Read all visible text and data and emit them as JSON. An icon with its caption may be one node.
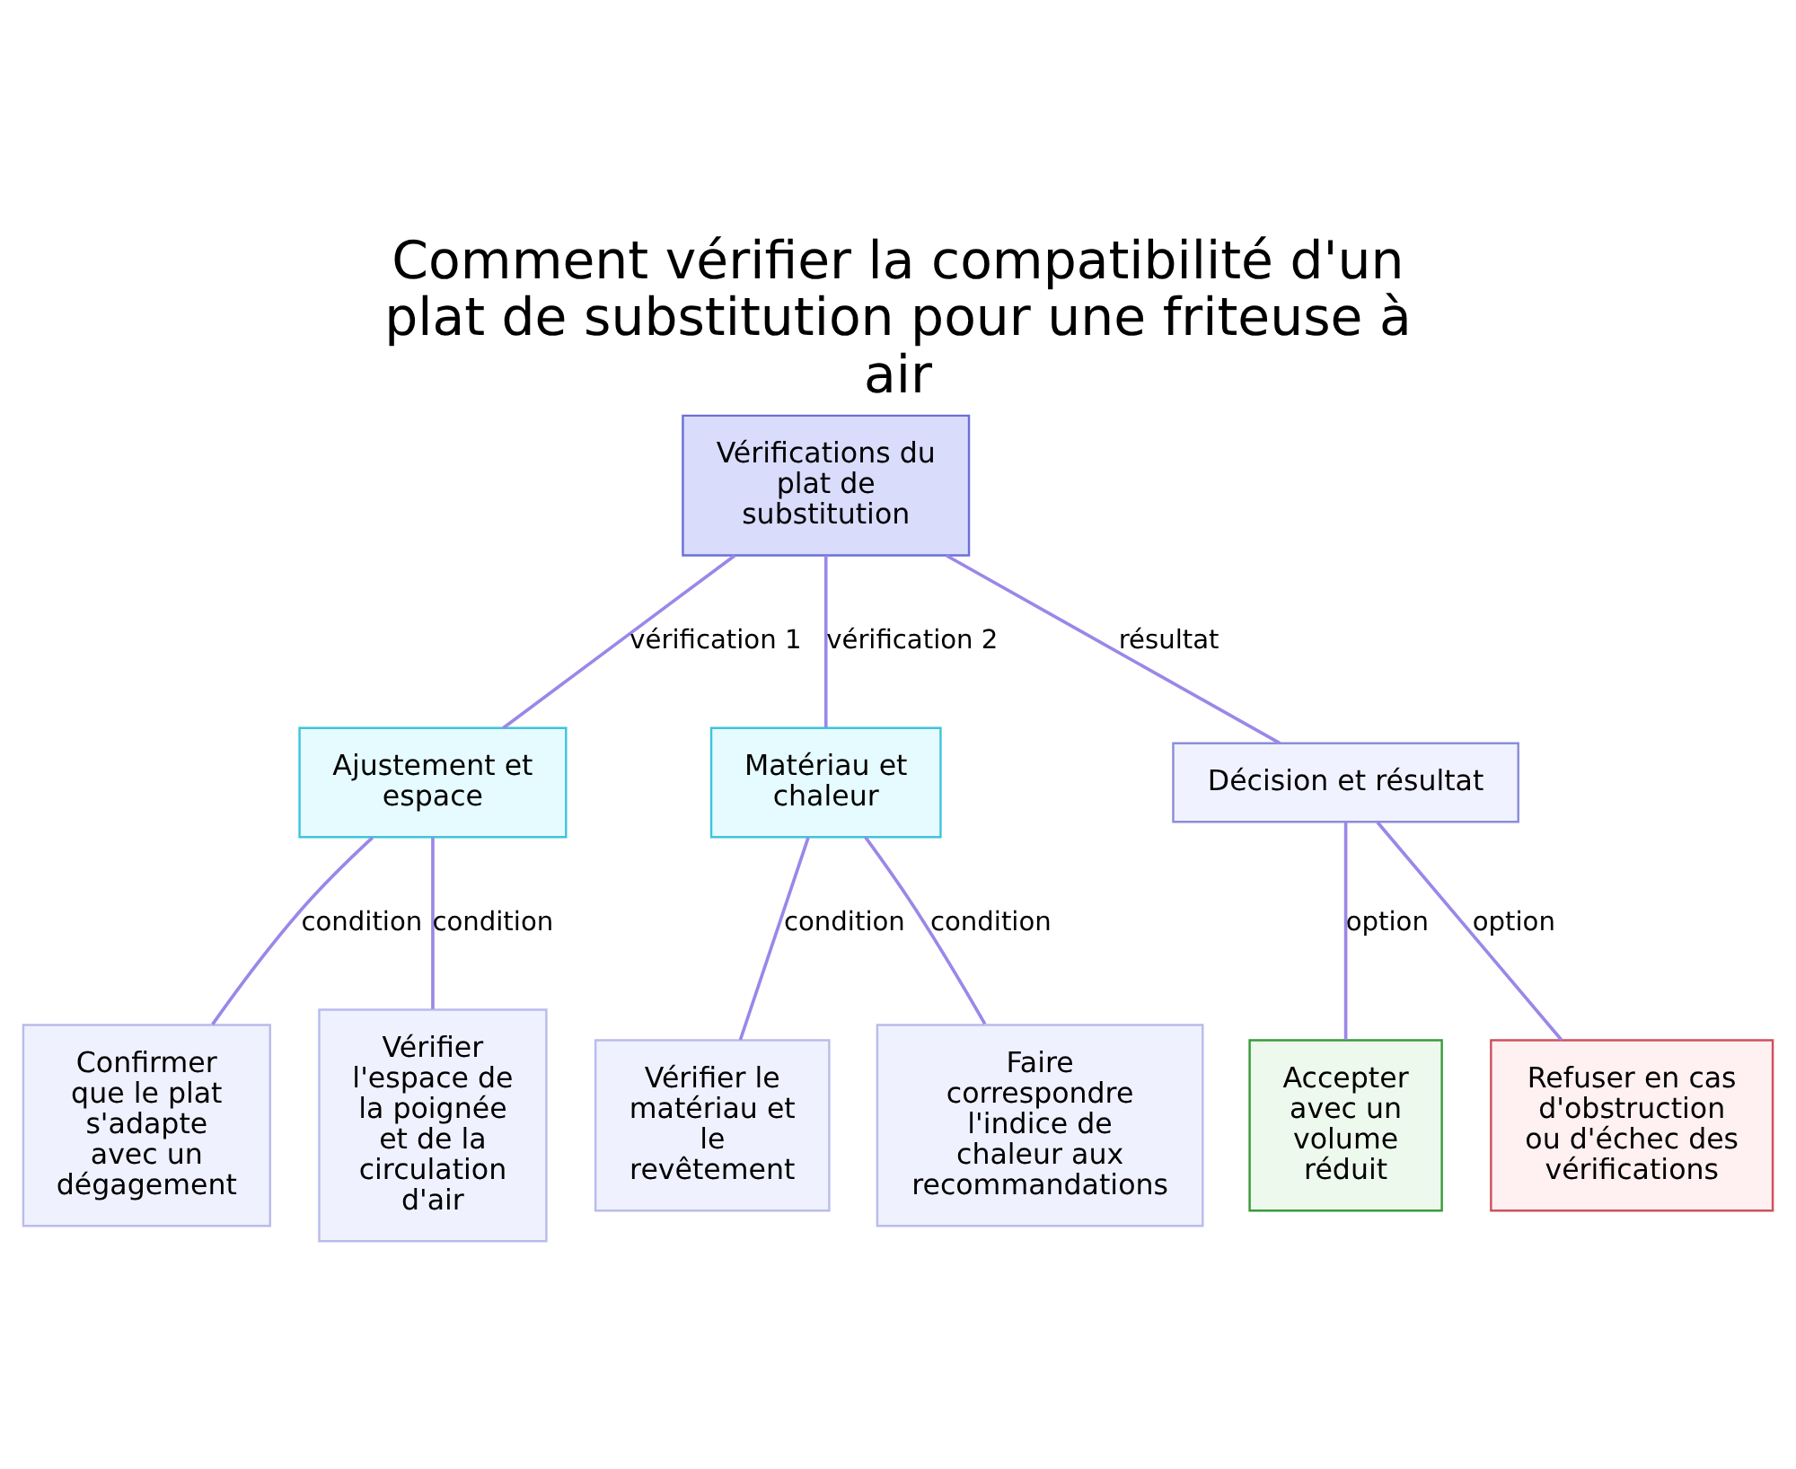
{
  "diagram": {
    "title": "Comment vérifier la compatibilité d'un plat de substitution pour une friteuse à air",
    "nodes": [
      {
        "text": [
          "Vérifications du plat de substitution"
        ]
      },
      {
        "text": [
          "Ajustement et espace"
        ]
      },
      {
        "text": [
          "Matériau et chaleur"
        ]
      },
      {
        "text": [
          "Décision et résultat"
        ]
      },
      {
        "text": [
          "Confirmer que le plat s'adapte avec un dégagement"
        ]
      },
      {
        "text": [
          "Vérifier l'espace de la poignée et de la circulation d'air"
        ]
      },
      {
        "text": [
          "Vérifier le matériau et le revêtement"
        ]
      },
      {
        "text": [
          "Faire correspondre l'indice de chaleur aux recommandations"
        ]
      },
      {
        "text": [
          "Accepter avec un volume réduit"
        ]
      },
      {
        "text": [
          "Refuser en cas d'obstruction ou d'échec des vérifications"
        ]
      }
    ],
    "edges": [
      {
        "from": 0,
        "to": 1,
        "arrow": "none",
        "label": "vérification 1"
      },
      {
        "from": 0,
        "to": 2,
        "arrow": "none",
        "label": "vérification 2"
      },
      {
        "from": 0,
        "to": 3,
        "arrow": "none",
        "label": "résultat"
      },
      {
        "from": 1,
        "to": 4,
        "arrow": "none",
        "label": "condition"
      },
      {
        "from": 1,
        "to": 5,
        "arrow": "none",
        "label": "condition"
      },
      {
        "from": 2,
        "to": 6,
        "arrow": "none",
        "label": "condition"
      },
      {
        "from": 2,
        "to": 7,
        "arrow": "none",
        "label": "condition"
      },
      {
        "from": 3,
        "to": 8,
        "arrow": "none",
        "label": "option"
      },
      {
        "from": 3,
        "to": 9,
        "arrow": "none",
        "label": "option"
      }
    ]
  }
}
